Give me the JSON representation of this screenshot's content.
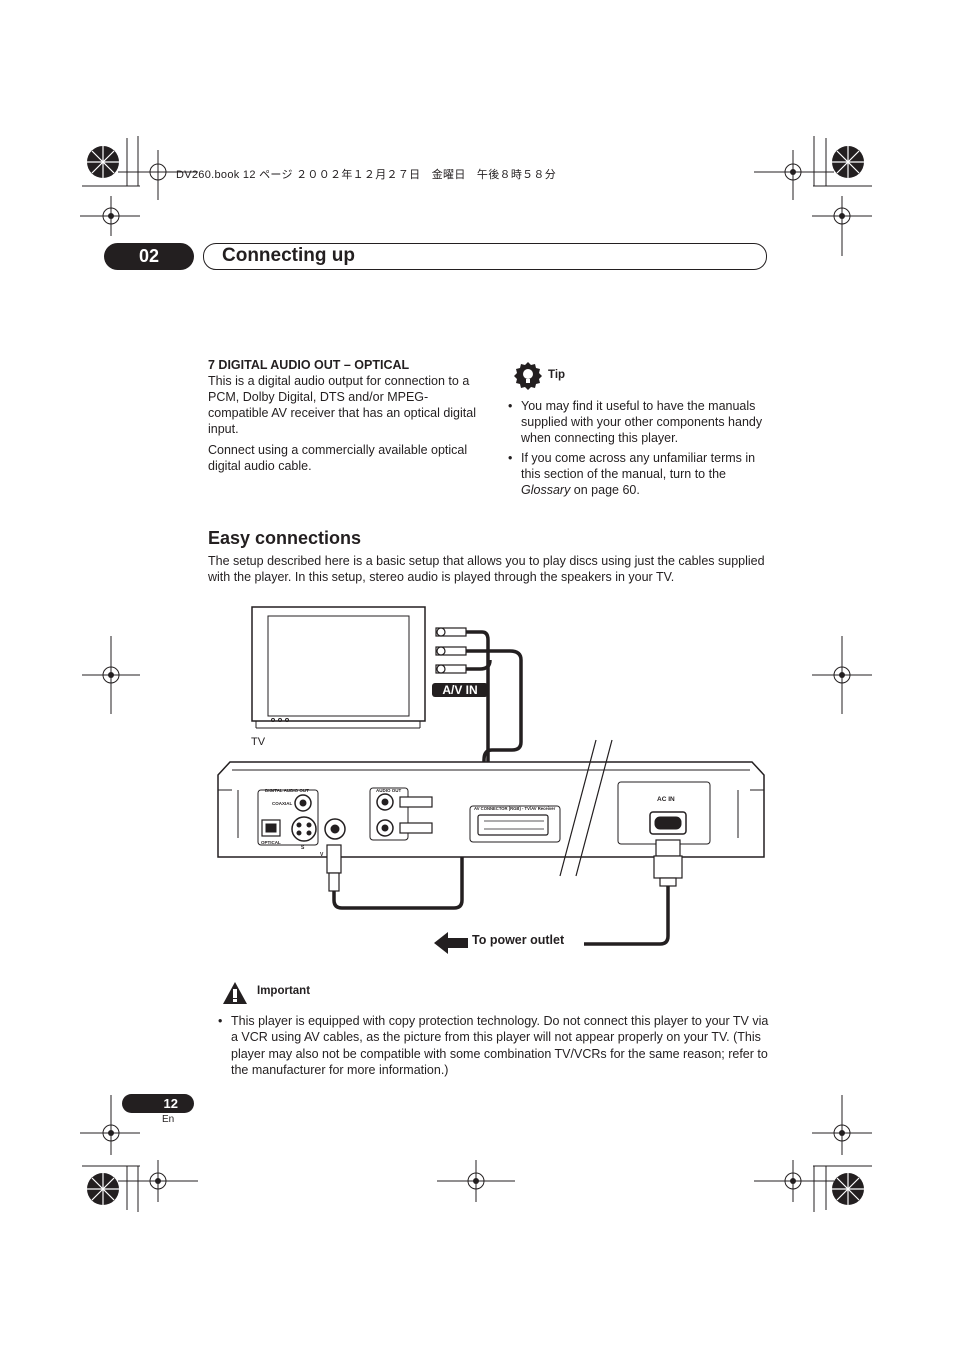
{
  "header_info": "DV260.book  12 ページ  ２００２年１２月２７日　金曜日　午後８時５８分",
  "chapter": {
    "number": "02",
    "title": "Connecting up"
  },
  "digital_out": {
    "heading": "7    DIGITAL AUDIO OUT – OPTICAL",
    "paragraphs": [
      "This is a digital audio output for connection to a PCM, Dolby Digital, DTS and/or MPEG-compatible AV receiver that has an optical digital input.",
      "Connect using a commercially available optical digital audio cable."
    ]
  },
  "tip": {
    "label": "Tip",
    "bullet": "•",
    "item1": "You may find it useful to have the manuals supplied with your other components handy when connecting this player.",
    "item2_before": "If you come across any unfamiliar terms in this section of the manual, turn to the ",
    "item2_em": "Glossary",
    "item2_after": " on page 60."
  },
  "easy": {
    "title": "Easy connections",
    "text": "The setup described here is a basic setup that allows you to play discs using just the cables supplied with the player. In this setup, stereo audio is played through the speakers in your TV."
  },
  "diagram": {
    "tv_label": "TV",
    "av_in": "A/V IN",
    "digital_audio_out": "DIGITAL AUDIO OUT",
    "coaxial": "COAXIAL",
    "optical": "OPTICAL",
    "s_label": "S",
    "v_label": "V",
    "audio_out": "AUDIO OUT",
    "av_connector": "AV CONNECTOR (RGB) - TV/AV Receiver",
    "ac_in": "AC IN",
    "power_outlet": "To power outlet"
  },
  "important": {
    "label": "Important",
    "bullet": "•",
    "item": "This player is equipped with copy protection technology. Do not connect this player to your TV via a VCR using AV cables, as the picture from this player will not appear properly on your TV. (This player may also not be compatible with some combination TV/VCRs for the same reason; refer to the manufacturer for more information.)"
  },
  "footer": {
    "page": "12",
    "lang": "En"
  }
}
